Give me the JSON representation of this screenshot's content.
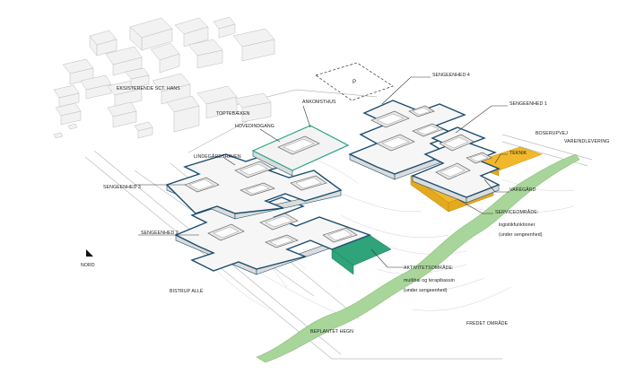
{
  "labels": {
    "existing": "EKSISTERENDE SCT. HANS",
    "toptebaeken": "TOPTEBÆKEN",
    "ankomsthus": "ANKOMSTHUS",
    "hovedindgang": "HOVEDINDGANG",
    "unit4": "SENGEENHED 4",
    "unit1": "SENGEENHED 1",
    "boserupvej": "BOSERUPVEJ",
    "vareindlevering": "VAREINDLEVERING",
    "teknik": "TEKNIK",
    "vaergard": "VARÉGÅRD",
    "service_title": "SERVICEOMRÅDE:",
    "service_line1": "logistikfunktioner",
    "service_line2": "(under sengeenhed)",
    "unit3": "SENGEENHED 3",
    "lindegard": "LINDEGÅRDSHAVEN",
    "unit2": "SENGEENHED 2",
    "activity_title": "AKTIVITETSOMRÅDE:",
    "activity_line1": "multihal og terapibassin",
    "activity_line2": "(under sengeenhed)",
    "nord": "NORD",
    "bistrup": "BISTRUP ALLÉ",
    "fredet": "FREDET OMRÅDE",
    "hegn": "BEPLANTET HEGN",
    "parking_letter": "P"
  },
  "colors": {
    "wing_outline": "#1b4d6e",
    "arrival_outline": "#27a386",
    "service": "#f1b82b",
    "activity": "#2fa37a",
    "hedge": "#a8d59a"
  },
  "icons": {
    "north_arrow": "north-arrow-icon"
  }
}
